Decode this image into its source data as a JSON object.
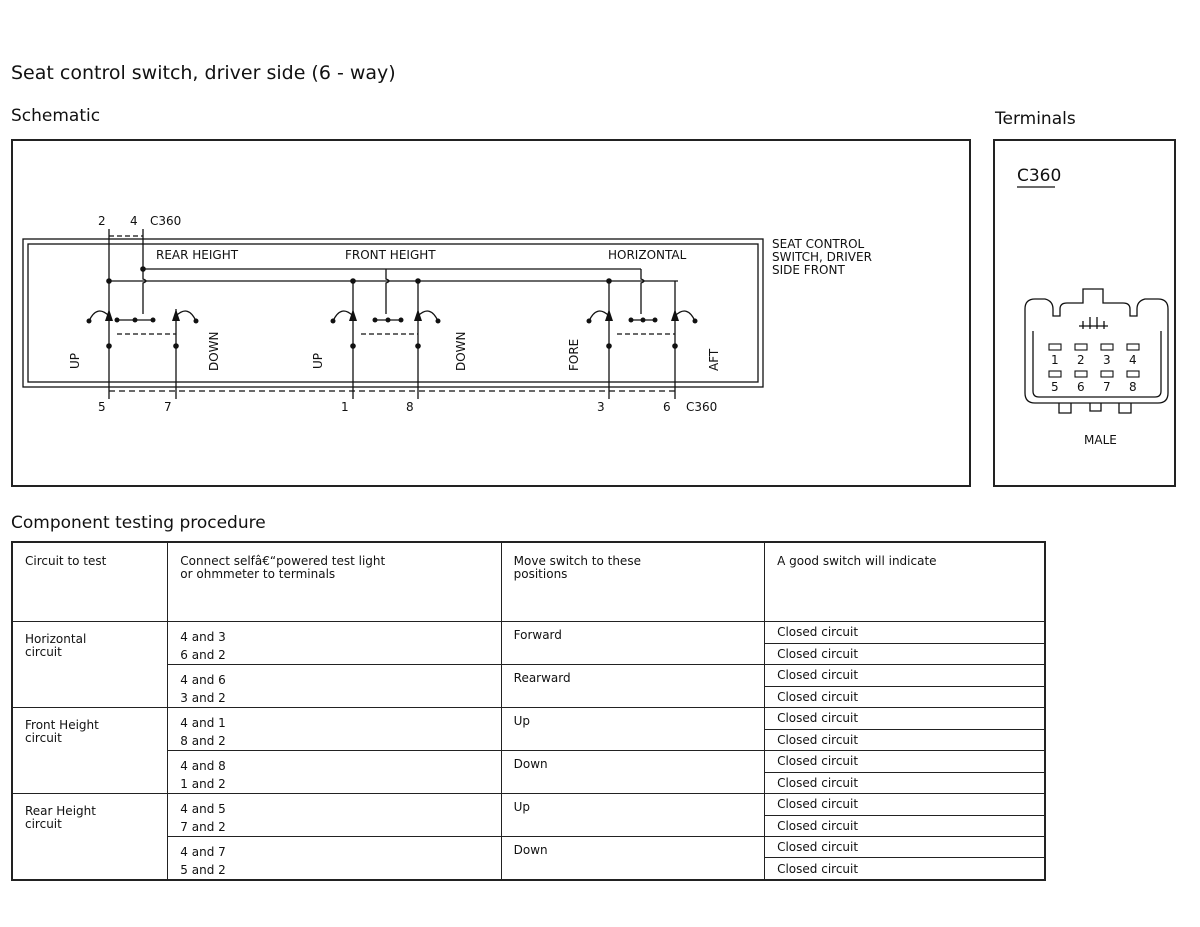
{
  "page_title": "Seat control switch, driver side (6 - way)",
  "schematic": {
    "title": "Schematic",
    "connector_top": "C360",
    "connector_bottom": "C360",
    "pins_top": [
      "2",
      "4"
    ],
    "pins_bottom": [
      "5",
      "7",
      "1",
      "8",
      "3",
      "6"
    ],
    "sections": [
      "REAR HEIGHT",
      "FRONT HEIGHT",
      "HORIZONTAL"
    ],
    "component_label": [
      "SEAT CONTROL",
      "SWITCH, DRIVER",
      "SIDE FRONT"
    ],
    "position_labels": [
      "UP",
      "DOWN",
      "UP",
      "DOWN",
      "FORE",
      "AFT"
    ]
  },
  "terminals": {
    "title": "Terminals",
    "connector": "C360",
    "pins_row1": [
      "1",
      "2",
      "3",
      "4"
    ],
    "pins_row2": [
      "5",
      "6",
      "7",
      "8"
    ],
    "gender": "MALE"
  },
  "procedure": {
    "title": "Component testing procedure",
    "headers": [
      "Circuit to test",
      "Connect selfâ€“powered test light\nor ohmmeter to terminals",
      "Move switch to these\npositions",
      "A good switch will indicate"
    ],
    "groups": [
      {
        "circuit": "Horizontal\ncircuit",
        "tests": [
          {
            "terminals": [
              "4 and 3",
              "6 and 2"
            ],
            "position": "Forward",
            "results": [
              "Closed circuit",
              "Closed circuit"
            ]
          },
          {
            "terminals": [
              "4 and 6",
              "3 and 2"
            ],
            "position": "Rearward",
            "results": [
              "Closed circuit",
              "Closed circuit"
            ]
          }
        ]
      },
      {
        "circuit": "Front Height\ncircuit",
        "tests": [
          {
            "terminals": [
              "4 and 1",
              "8 and 2"
            ],
            "position": "Up",
            "results": [
              "Closed circuit",
              "Closed circuit"
            ]
          },
          {
            "terminals": [
              "4 and 8",
              "1 and 2"
            ],
            "position": "Down",
            "results": [
              "Closed circuit",
              "Closed circuit"
            ]
          }
        ]
      },
      {
        "circuit": "Rear Height\ncircuit",
        "tests": [
          {
            "terminals": [
              "4 and 5",
              "7 and 2"
            ],
            "position": "Up",
            "results": [
              "Closed circuit",
              "Closed circuit"
            ]
          },
          {
            "terminals": [
              "4 and 7",
              "5 and 2"
            ],
            "position": "Down",
            "results": [
              "Closed circuit",
              "Closed circuit"
            ]
          }
        ]
      }
    ]
  }
}
